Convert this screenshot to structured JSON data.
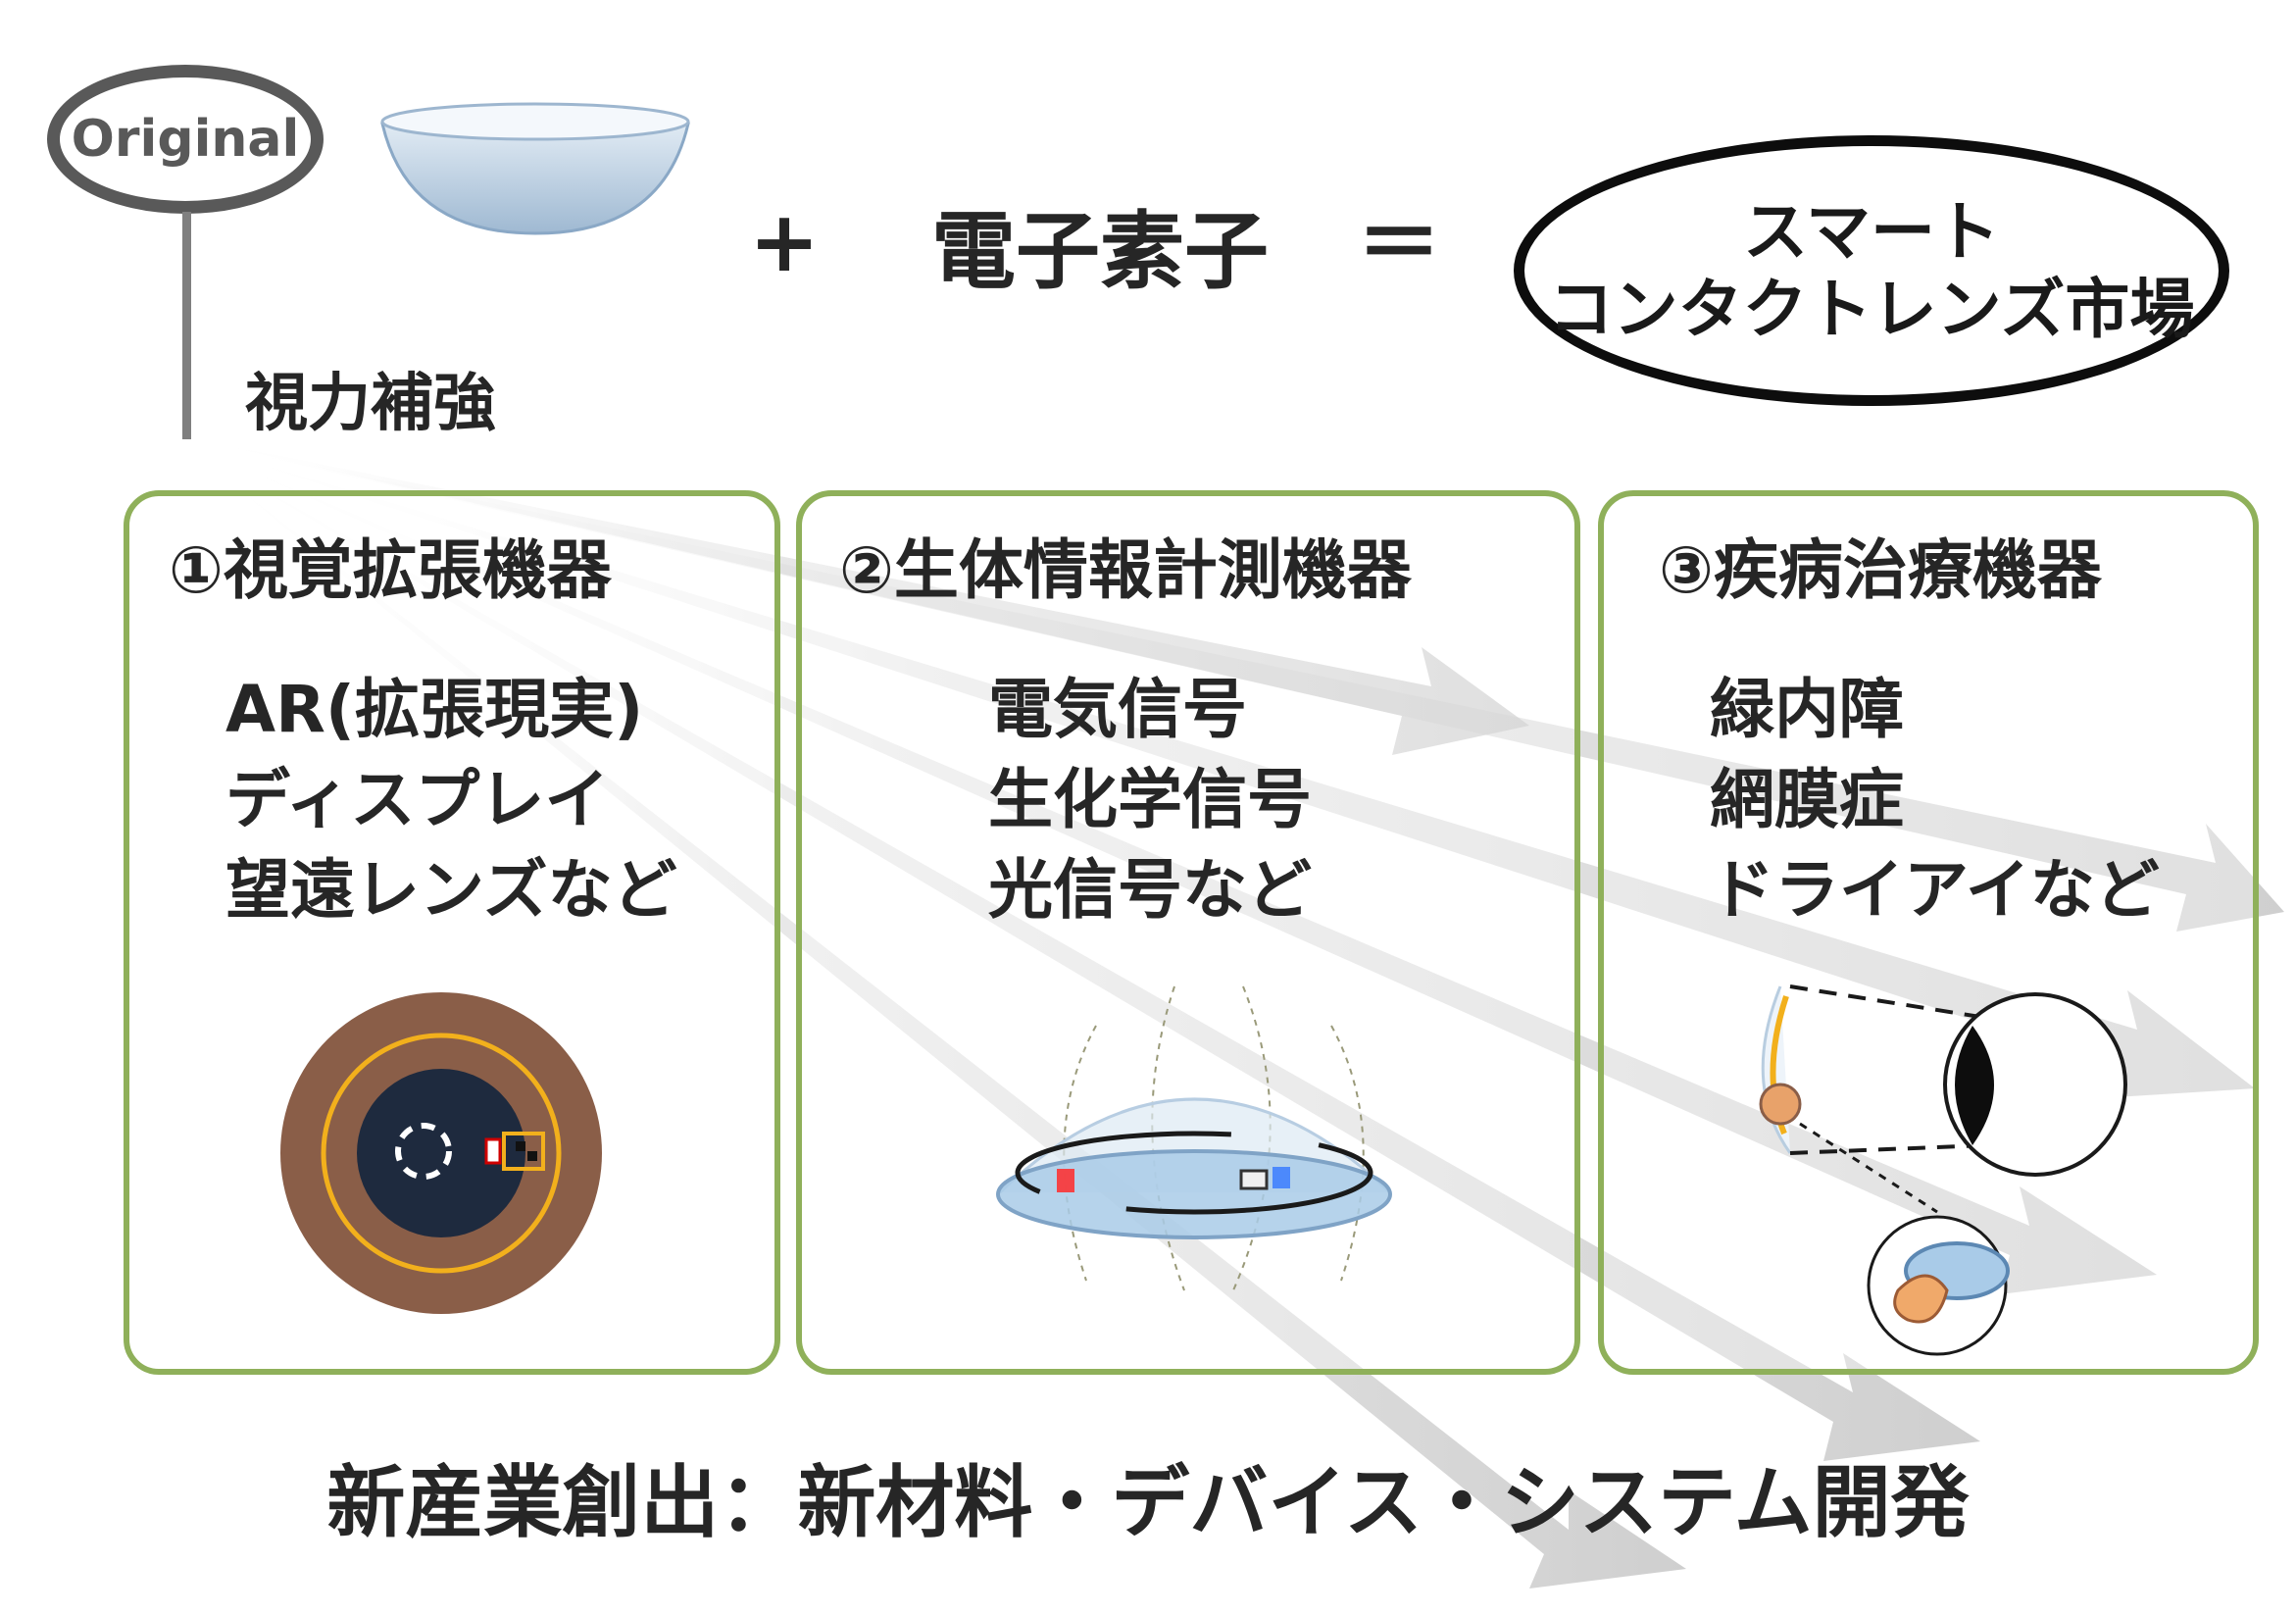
{
  "original_label": "Original",
  "equation": {
    "plus": "+",
    "element": "電子素子",
    "equals": "＝",
    "market_line1": "スマート",
    "market_line2": "コンタクトレンズ市場"
  },
  "vision_label": "視力補強",
  "panels": [
    {
      "title": "①視覚拡張機器",
      "items": [
        "AR(拡張現実)",
        "ディスプレイ",
        "望遠レンズなど"
      ]
    },
    {
      "title": "②生体情報計測機器",
      "items": [
        "電気信号",
        "生化学信号",
        "光信号など"
      ]
    },
    {
      "title": "③疾病治療機器",
      "items": [
        "緑内障",
        "網膜症",
        "ドライアイなど"
      ]
    }
  ],
  "footer": "新産業創出：新材料・デバイス・システム開発",
  "colors": {
    "panel_border": "#8fb05a",
    "oval_grey": "#595959",
    "text": "#262626",
    "iris_brown": "#8a5e48",
    "ring_gold": "#f2b01c",
    "pupil_navy": "#1e2a3e",
    "lens_blue": "#a9cbe8"
  },
  "icons": [
    "contact-lens-photo",
    "eye-ar-lens-icon",
    "sensor-lens-icon",
    "eye-treatment-icon"
  ]
}
